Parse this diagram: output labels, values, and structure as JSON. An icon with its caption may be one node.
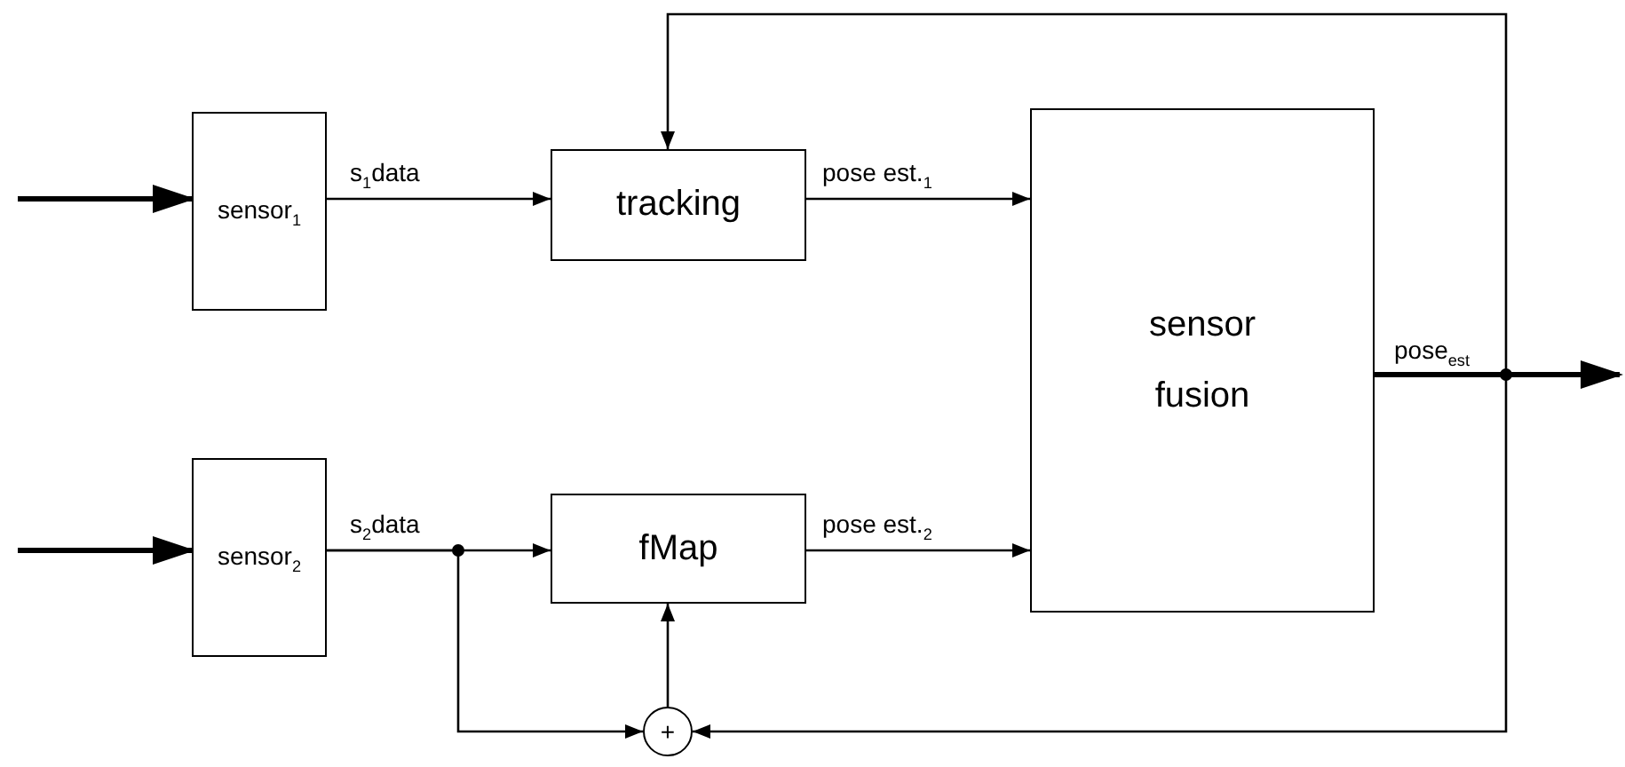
{
  "diagram": {
    "nodes": [
      {
        "text": [
          "sensor$_{1}$"
        ]
      },
      {
        "text": [
          "tracking"
        ]
      },
      {
        "text": [
          "sensor fusion"
        ]
      },
      {
        "text": [
          "sensor$_{2}$"
        ]
      },
      {
        "text": [
          "fMap"
        ]
      },
      {
        "text": [
          "+"
        ]
      }
    ],
    "edges": [
      {
        "from": null,
        "to": 0,
        "arrow": "to",
        "style": "thick"
      },
      {
        "from": null,
        "to": 3,
        "arrow": "to",
        "style": "thick"
      },
      {
        "from": 0,
        "to": 1,
        "arrow": "to",
        "label": "s$_{1}$data"
      },
      {
        "from": 1,
        "to": 2,
        "arrow": "to",
        "label": "pose est.$_{1}$"
      },
      {
        "from": 3,
        "to": 4,
        "arrow": "to",
        "label": "s$_{2}$data"
      },
      {
        "from": 4,
        "to": 2,
        "arrow": "to",
        "label": "pose est.$_{2}$"
      },
      {
        "from": 2,
        "to": null,
        "arrow": "to",
        "label": "pose$_{est}$",
        "style": "thick"
      },
      {
        "from": 2,
        "to": 1,
        "arrow": "to"
      },
      {
        "from": 2,
        "to": 5,
        "arrow": "to"
      },
      {
        "from": 3,
        "to": 5,
        "arrow": "to"
      },
      {
        "from": 5,
        "to": 4,
        "arrow": "to"
      }
    ]
  }
}
